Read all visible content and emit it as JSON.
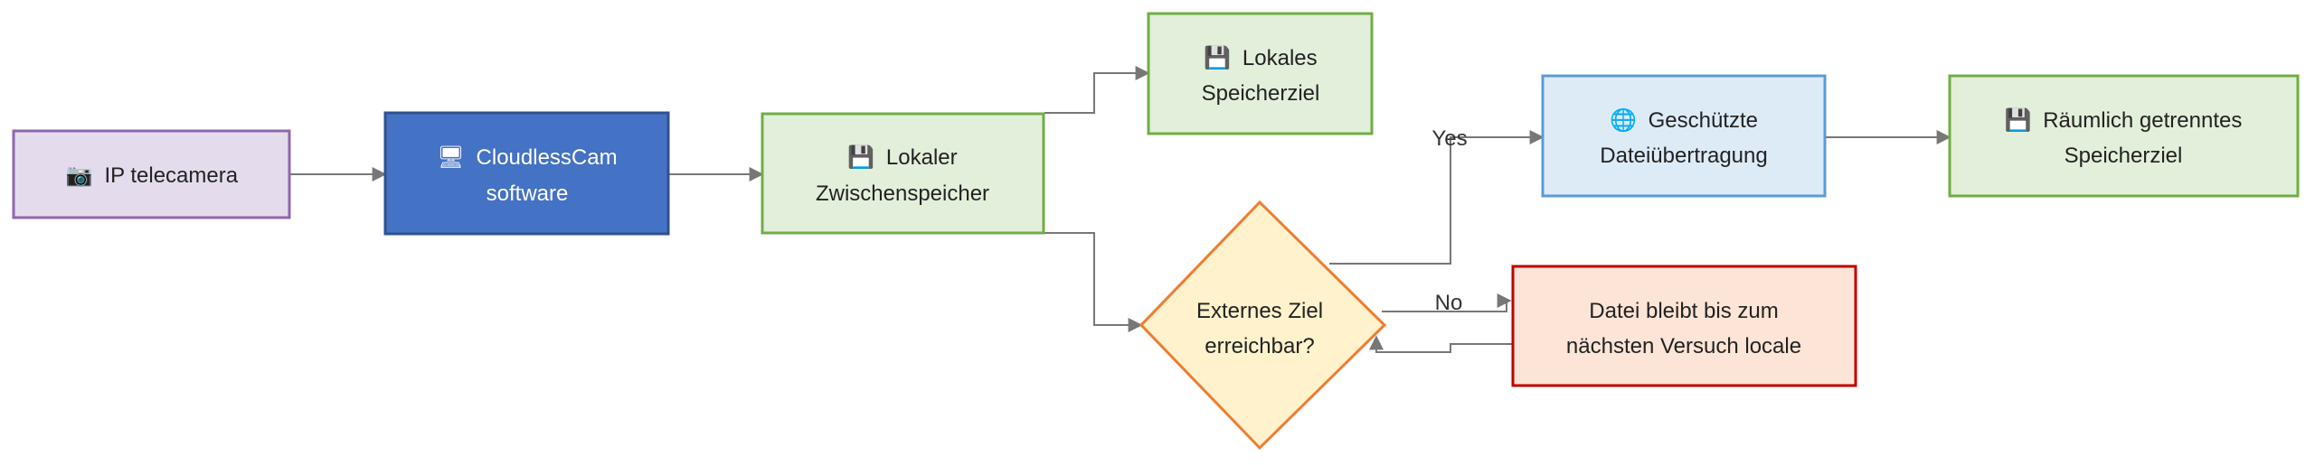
{
  "diagram": {
    "nodes": {
      "camera": {
        "icon": "camera-icon",
        "icon_glyph": "📷",
        "lines": [
          "IP telecamera"
        ]
      },
      "software": {
        "icon": "computer-icon",
        "icon_glyph": "🖥",
        "lines": [
          "CloudlessCam",
          "software"
        ]
      },
      "local_buffer": {
        "icon": "floppy-disk-icon",
        "icon_glyph": "💾",
        "lines": [
          "Lokaler",
          "Zwischenspeicher"
        ]
      },
      "local_storage": {
        "icon": "floppy-disk-icon",
        "icon_glyph": "💾",
        "lines": [
          "Lokales",
          "Speicherziel"
        ]
      },
      "decision": {
        "lines": [
          "Externes Ziel",
          "erreichbar?"
        ]
      },
      "secure_transfer": {
        "icon": "globe-icon",
        "icon_glyph": "🌐",
        "lines": [
          "Geschützte",
          "Dateiübertragung"
        ]
      },
      "remote_storage": {
        "icon": "floppy-disk-icon",
        "icon_glyph": "💾",
        "lines": [
          "Räumlich getrenntes",
          "Speicherziel"
        ]
      },
      "retry": {
        "lines": [
          "Datei bleibt bis zum",
          "nächsten Versuch locale"
        ]
      }
    },
    "edge_labels": {
      "yes": "Yes",
      "no": "No"
    },
    "colors": {
      "camera_fill": "#e4dcec",
      "camera_stroke": "#8e67ad",
      "software_fill": "#4472c4",
      "software_stroke": "#2f528f",
      "software_text": "#ffffff",
      "green_fill": "#e2efda",
      "green_stroke": "#70ad47",
      "decision_fill": "#fff2cc",
      "decision_stroke": "#ed7d31",
      "blue_fill": "#ddebf7",
      "blue_stroke": "#5b9bd5",
      "red_fill": "#fce4d6",
      "red_stroke": "#c00000",
      "edge": "#777777",
      "text": "#222222"
    }
  }
}
